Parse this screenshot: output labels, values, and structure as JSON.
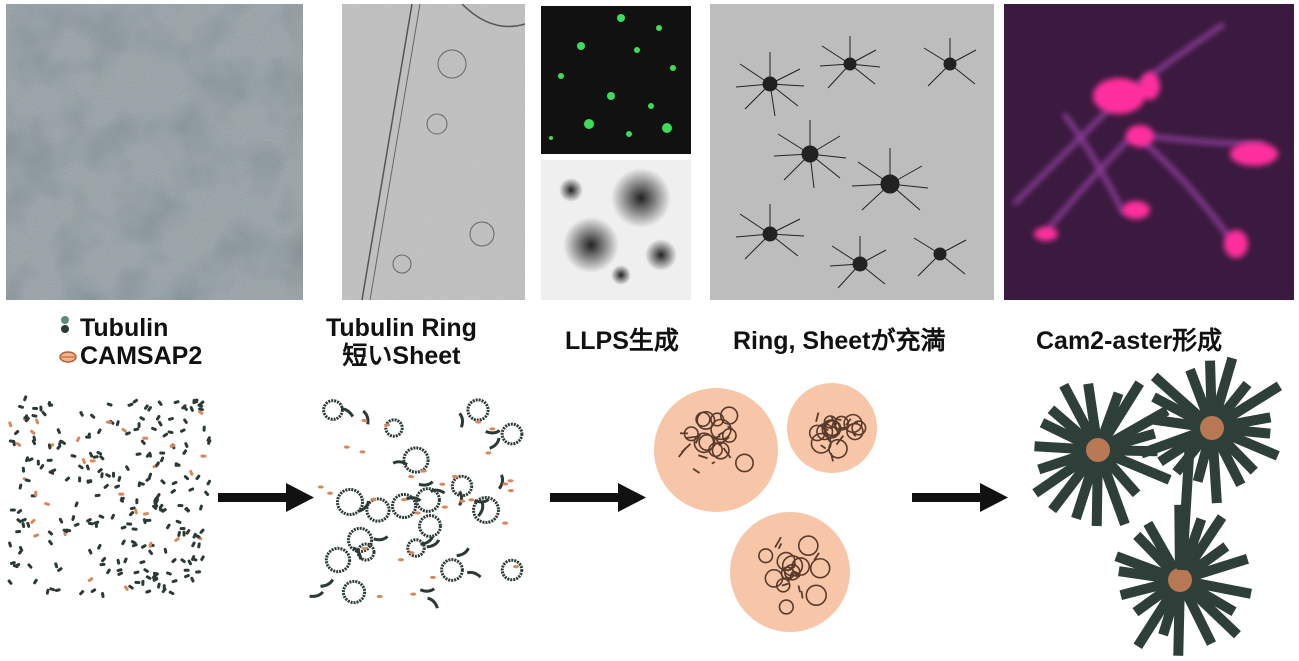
{
  "legend": {
    "tubulin": "Tubulin",
    "camsap2": "CAMSAP2"
  },
  "stages": [
    {
      "label": "Tubulin Ring",
      "label2": "短いSheet"
    },
    {
      "label": "LLPS生成"
    },
    {
      "label": "Ring, Sheetが充満"
    },
    {
      "label": "Cam2-aster形成"
    }
  ],
  "colors": {
    "tubulin": "#2b3a36",
    "camsap2": "#d9875a",
    "droplet": "#f7c6a8",
    "aster": "#2e3f3a",
    "arrow": "#111111"
  }
}
